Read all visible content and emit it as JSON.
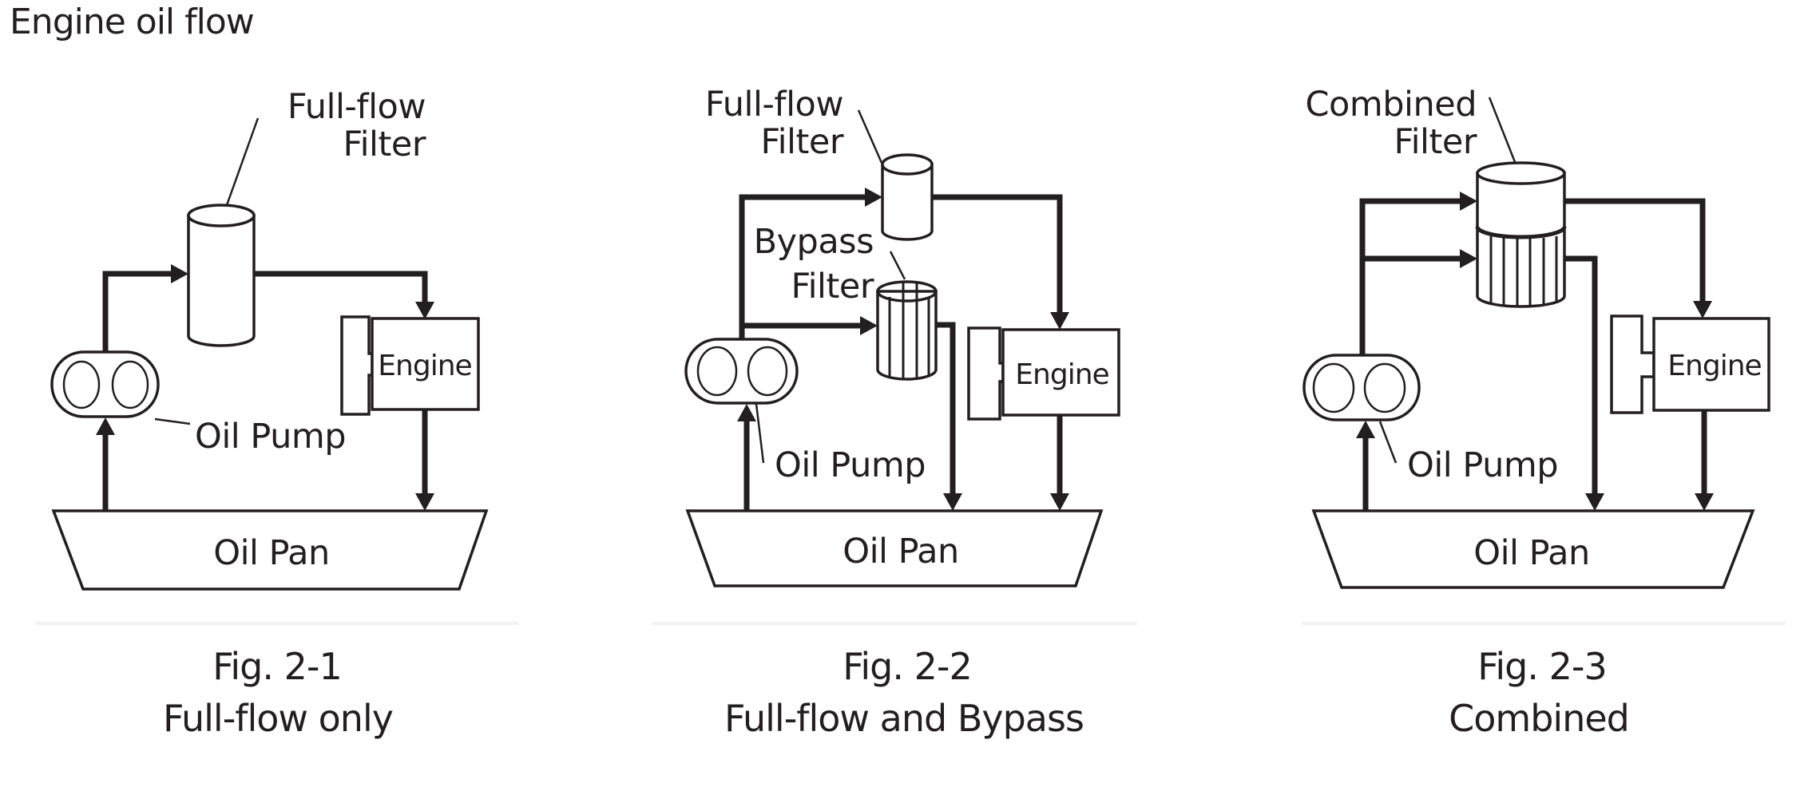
{
  "title": "Engine oil flow",
  "colors": {
    "ink": "#231f20",
    "separator": "#f2f2f2",
    "background": "#ffffff"
  },
  "figures": [
    {
      "number": "Fig. 2-1",
      "caption": "Full-flow only",
      "labels": {
        "filter_line1": "Full-flow",
        "filter_line2": "Filter",
        "pump": "Oil Pump",
        "engine": "Engine",
        "pan": "Oil Pan"
      }
    },
    {
      "number": "Fig. 2-2",
      "caption": "Full-flow and Bypass",
      "labels": {
        "filter_line1": "Full-flow",
        "filter_line2": "Filter",
        "bypass_line1": "Bypass",
        "bypass_line2": "Filter",
        "pump": "Oil Pump",
        "engine": "Engine",
        "pan": "Oil Pan"
      }
    },
    {
      "number": "Fig. 2-3",
      "caption": "Combined",
      "labels": {
        "filter_line1": "Combined",
        "filter_line2": "Filter",
        "pump": "Oil Pump",
        "engine": "Engine",
        "pan": "Oil Pan"
      }
    }
  ]
}
